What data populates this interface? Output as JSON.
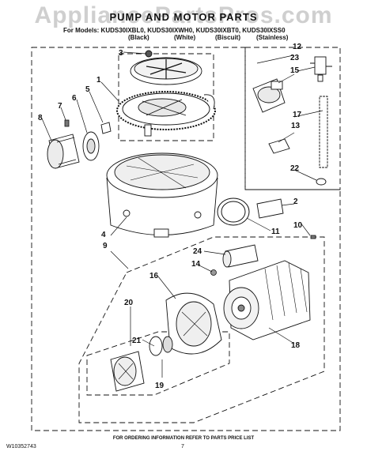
{
  "watermark": "AppliancePartsPros.com",
  "title": "PUMP AND MOTOR PARTS",
  "models": {
    "label": "For Models: KUDS30IXBL0, KUDS30IXWH0, KUDS30IXBT0, KUDS30IXSS0",
    "colors": [
      "(Black)",
      "(White)",
      "(Biscuit)",
      "(Stainless)"
    ]
  },
  "callouts": [
    "1",
    "2",
    "3",
    "4",
    "5",
    "6",
    "7",
    "8",
    "9",
    "10",
    "11",
    "12",
    "13",
    "14",
    "15",
    "16",
    "17",
    "18",
    "19",
    "20",
    "21",
    "22",
    "23",
    "24"
  ],
  "footer": {
    "note": "FOR ORDERING INFORMATION REFER TO PARTS PRICE LIST",
    "doc_number": "W10352743",
    "page": "7"
  }
}
